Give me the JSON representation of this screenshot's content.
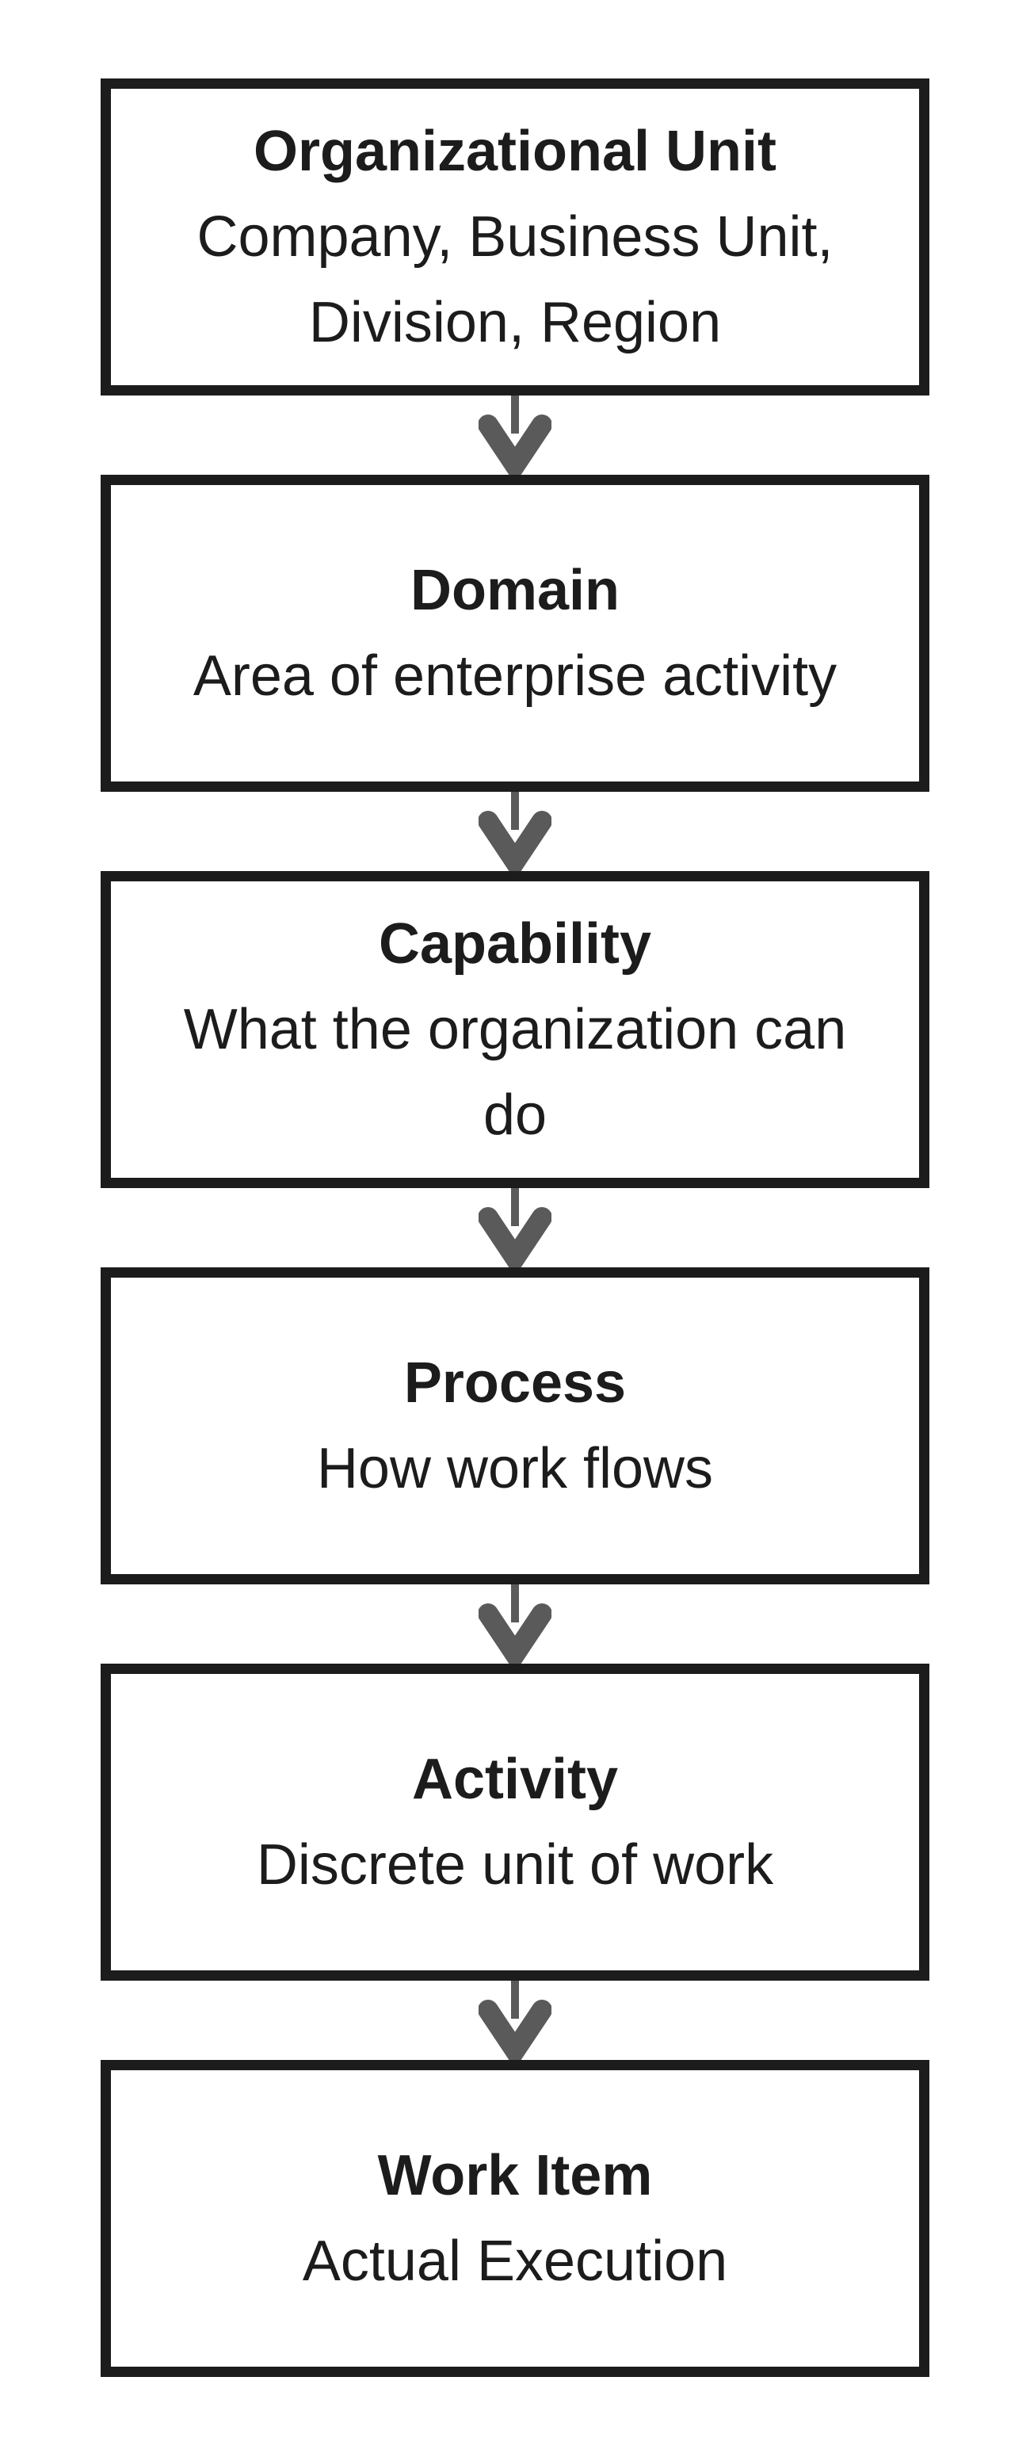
{
  "diagram": {
    "boxes": [
      {
        "title": "Organizational Unit",
        "body_lines": [
          "Company, Business Unit,",
          "Division, Region"
        ]
      },
      {
        "title": "Domain",
        "body_lines": [
          "Area of enterprise activity"
        ]
      },
      {
        "title": "Capability",
        "body_lines": [
          "What the organization can",
          "do"
        ]
      },
      {
        "title": "Process",
        "body_lines": [
          "How work flows"
        ]
      },
      {
        "title": "Activity",
        "body_lines": [
          "Discrete unit of work"
        ]
      },
      {
        "title": "Work Item",
        "body_lines": [
          "Actual Execution"
        ]
      }
    ],
    "colors": {
      "border": "#1c1c1c",
      "text": "#1c1c1c",
      "arrow": "#5a5a5a",
      "background": "#ffffff"
    }
  }
}
